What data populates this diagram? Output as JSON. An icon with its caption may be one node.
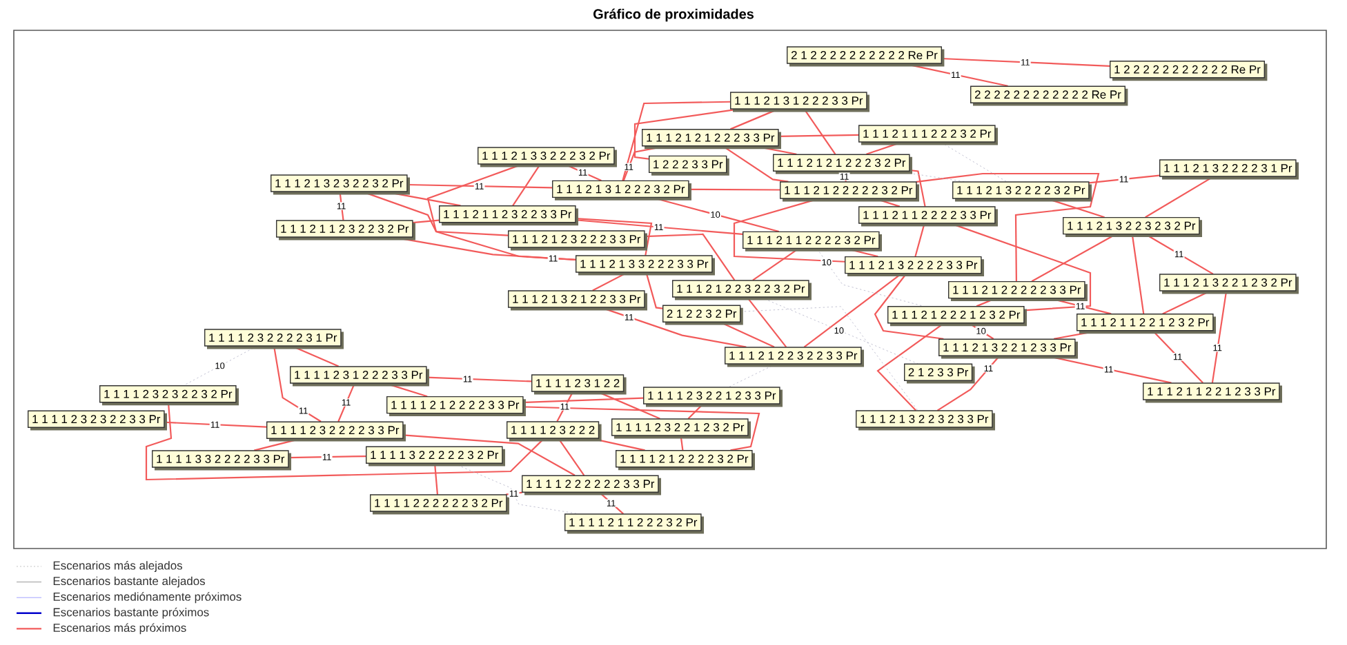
{
  "diagram": {
    "title": "Gráfico de proximidades",
    "nodes": [
      {
        "text": [
          "2 1 2 2 2 2 2 2 2 2 2 2 Re Pr"
        ]
      },
      {
        "text": [
          "1 2 2 2 2 2 2 2 2 2 2 2 Re Pr"
        ]
      },
      {
        "text": [
          "2 2 2 2 2 2 2 2 2 2 2 2 Re Pr"
        ]
      },
      {
        "text": [
          "1 1 1 2 1 3 1 2 2 2 3 3 Pr"
        ]
      },
      {
        "text": [
          "1 1 1 2 1 2 1 2 2 2 3 3 Pr"
        ]
      },
      {
        "text": [
          "1 1 1 2 1 1 1 2 2 2 3 2 Pr"
        ]
      },
      {
        "text": [
          "1 1 1 2 1 3 3 2 2 2 3 2 Pr"
        ]
      },
      {
        "text": [
          "1 2 2 2 3 3 Pr"
        ]
      },
      {
        "text": [
          "1 1 1 2 1 2 1 2 2 2 3 2 Pr"
        ]
      },
      {
        "text": [
          "1 1 1 2 1 3 2 3 2 2 3 2 Pr"
        ]
      },
      {
        "text": [
          "1 1 1 2 1 3 2 2 2 2 3 1 Pr"
        ]
      },
      {
        "text": [
          "1 1 1 2 1 3 1 2 2 2 3 2 Pr"
        ]
      },
      {
        "text": [
          "1 1 1 2 1 2 2 2 2 2 3 2 Pr"
        ]
      },
      {
        "text": [
          "1 1 1 2 1 3 2 2 2 2 3 2 Pr"
        ]
      },
      {
        "text": [
          "1 1 1 2 1 1 2 3 2 2 3 3 Pr"
        ]
      },
      {
        "text": [
          "1 1 1 2 1 1 2 3 2 2 3 2 Pr"
        ]
      },
      {
        "text": [
          "1 1 1 2 1 1 2 2 2 2 3 3 Pr"
        ]
      },
      {
        "text": [
          "1 1 1 2 1 3 2 2 3 2 3 2 Pr"
        ]
      },
      {
        "text": [
          "1 1 1 2 1 2 3 2 2 2 3 3 Pr"
        ]
      },
      {
        "text": [
          "1 1 1 2 1 1 2 2 2 2 3 2 Pr"
        ]
      },
      {
        "text": [
          "1 1 1 2 1 3 3 2 2 2 3 3 Pr"
        ]
      },
      {
        "text": [
          "1 1 1 2 1 3 2 2 2 2 3 3 Pr"
        ]
      },
      {
        "text": [
          "1 1 1 2 1 2 2 2 2 2 3 3 Pr"
        ]
      },
      {
        "text": [
          "1 1 1 2 1 3 2 2 1 2 3 2 Pr"
        ]
      },
      {
        "text": [
          "1 1 1 2 1 2 2 3 2 2 3 2 Pr"
        ]
      },
      {
        "text": [
          "1 1 1 2 1 3 2 1 2 2 3 3 Pr"
        ]
      },
      {
        "text": [
          "2 1 2 2 3 2 Pr"
        ]
      },
      {
        "text": [
          "1 1 1 2 1 2 2 2 1 2 3 2 Pr"
        ]
      },
      {
        "text": [
          "1 1 1 2 1 1 2 2 1 2 3 2 Pr"
        ]
      },
      {
        "text": [
          "1 1 1 2 1 2 2 3 2 2 3 3 Pr"
        ]
      },
      {
        "text": [
          "2 1 2 3 3 Pr"
        ]
      },
      {
        "text": [
          "1 1 1 2 1 3 2 2 1 2 3 3 Pr"
        ]
      },
      {
        "text": [
          "1 1 1 2 1 1 2 2 1 2 3 3 Pr"
        ]
      },
      {
        "text": [
          "1 1 1 2 1 3 2 2 3 2 3 3 Pr"
        ]
      },
      {
        "text": [
          "1 1 1 1 2 3 2 2 2 2 3 1 Pr"
        ]
      },
      {
        "text": [
          "1 1 1 1 2 3 1 2 2 2 3 3 Pr"
        ]
      },
      {
        "text": [
          "1 1 1 1 2 3 1 2 2"
        ]
      },
      {
        "text": [
          "1 1 1 1 2 3 2 3 2 2 3 2 Pr"
        ]
      },
      {
        "text": [
          "1 1 1 1 2 3 2 3 2 2 3 3 Pr"
        ]
      },
      {
        "text": [
          "1 1 1 1 2 1 2 2 2 2 3 3 Pr"
        ]
      },
      {
        "text": [
          "1 1 1 1 2 3 2 2 1 2 3 3 Pr"
        ]
      },
      {
        "text": [
          "1 1 1 1 2 3 2 2 2 2 3 3 Pr"
        ]
      },
      {
        "text": [
          "1 1 1 1 2 3 2 2 2"
        ]
      },
      {
        "text": [
          "1 1 1 1 2 3 2 2 1 2 3 2 Pr"
        ]
      },
      {
        "text": [
          "1 1 1 1 3 2 2 2 2 2 3 2 Pr"
        ]
      },
      {
        "text": [
          "1 1 1 1 3 3 2 2 2 2 3 3 Pr"
        ]
      },
      {
        "text": [
          "1 1 1 1 2 1 2 2 2 2 3 2 Pr"
        ]
      },
      {
        "text": [
          "1 1 1 1 2 2 2 2 2 2 3 3 Pr"
        ]
      },
      {
        "text": [
          "1 1 1 1 2 2 2 2 2 2 3 2 Pr"
        ]
      },
      {
        "text": [
          "1 1 1 1 2 1 1 2 2 2 3 2 Pr"
        ]
      }
    ],
    "edges": [
      {
        "from": 0,
        "to": 1,
        "arrow": "none",
        "label": "11"
      },
      {
        "from": 0,
        "to": 2,
        "arrow": "none",
        "label": "11"
      },
      {
        "from": 3,
        "to": 4,
        "arrow": "none"
      },
      {
        "from": 3,
        "to": 8,
        "arrow": "none"
      },
      {
        "from": 3,
        "to": 11,
        "arrow": "none"
      },
      {
        "from": 3,
        "to": 7,
        "arrow": "none"
      },
      {
        "from": 4,
        "to": 8,
        "arrow": "none"
      },
      {
        "from": 4,
        "to": 11,
        "arrow": "none",
        "label": "11"
      },
      {
        "from": 4,
        "to": 12,
        "arrow": "none"
      },
      {
        "from": 5,
        "to": 4,
        "arrow": "none"
      },
      {
        "from": 5,
        "to": 8,
        "arrow": "none"
      },
      {
        "from": 6,
        "to": 11,
        "arrow": "none",
        "label": "11"
      },
      {
        "from": 6,
        "to": 18,
        "arrow": "none"
      },
      {
        "from": 6,
        "to": 14,
        "arrow": "none"
      },
      {
        "from": 8,
        "to": 12,
        "arrow": "none",
        "label": "11"
      },
      {
        "from": 8,
        "to": 16,
        "arrow": "none"
      },
      {
        "from": 9,
        "to": 15,
        "arrow": "none",
        "label": "11"
      },
      {
        "from": 9,
        "to": 14,
        "arrow": "none"
      },
      {
        "from": 9,
        "to": 11,
        "arrow": "none",
        "label": "11"
      },
      {
        "from": 9,
        "to": 20,
        "arrow": "none"
      },
      {
        "from": 15,
        "to": 20,
        "arrow": "none",
        "label": "11"
      },
      {
        "from": 15,
        "to": 14,
        "arrow": "none"
      },
      {
        "from": 14,
        "to": 20,
        "arrow": "none"
      },
      {
        "from": 14,
        "to": 19,
        "arrow": "none",
        "label": "11"
      },
      {
        "from": 18,
        "to": 24,
        "arrow": "none"
      },
      {
        "from": 20,
        "to": 25,
        "arrow": "none"
      },
      {
        "from": 20,
        "to": 26,
        "arrow": "none"
      },
      {
        "from": 11,
        "to": 19,
        "arrow": "none",
        "label": "10"
      },
      {
        "from": 11,
        "to": 12,
        "arrow": "none"
      },
      {
        "from": 12,
        "to": 16,
        "arrow": "none"
      },
      {
        "from": 12,
        "to": 22,
        "arrow": "none"
      },
      {
        "from": 12,
        "to": 21,
        "arrow": "none"
      },
      {
        "from": 13,
        "to": 10,
        "arrow": "none",
        "label": "11"
      },
      {
        "from": 13,
        "to": 17,
        "arrow": "none"
      },
      {
        "from": 10,
        "to": 17,
        "arrow": "none"
      },
      {
        "from": 16,
        "to": 21,
        "arrow": "none"
      },
      {
        "from": 16,
        "to": 27,
        "arrow": "none"
      },
      {
        "from": 17,
        "to": 23,
        "arrow": "none",
        "label": "11"
      },
      {
        "from": 17,
        "to": 22,
        "arrow": "none"
      },
      {
        "from": 17,
        "to": 28,
        "arrow": "none"
      },
      {
        "from": 19,
        "to": 21,
        "arrow": "none"
      },
      {
        "from": 19,
        "to": 24,
        "arrow": "none"
      },
      {
        "from": 21,
        "to": 29,
        "arrow": "none"
      },
      {
        "from": 21,
        "to": 31,
        "arrow": "none"
      },
      {
        "from": 22,
        "to": 27,
        "arrow": "none"
      },
      {
        "from": 22,
        "to": 28,
        "arrow": "none",
        "label": "11"
      },
      {
        "from": 23,
        "to": 28,
        "arrow": "none"
      },
      {
        "from": 23,
        "to": 32,
        "arrow": "none",
        "label": "11"
      },
      {
        "from": 27,
        "to": 33,
        "arrow": "none"
      },
      {
        "from": 27,
        "to": 31,
        "arrow": "none",
        "label": "10"
      },
      {
        "from": 28,
        "to": 32,
        "arrow": "none",
        "label": "11"
      },
      {
        "from": 28,
        "to": 31,
        "arrow": "none"
      },
      {
        "from": 31,
        "to": 32,
        "arrow": "none",
        "label": "11"
      },
      {
        "from": 31,
        "to": 33,
        "arrow": "none",
        "label": "11"
      },
      {
        "from": 24,
        "to": 29,
        "arrow": "none"
      },
      {
        "from": 26,
        "to": 29,
        "arrow": "none"
      },
      {
        "from": 25,
        "to": 29,
        "arrow": "none",
        "label": "11"
      },
      {
        "from": 34,
        "to": 35,
        "arrow": "none"
      },
      {
        "from": 34,
        "to": 41,
        "arrow": "none",
        "label": "11"
      },
      {
        "from": 35,
        "to": 41,
        "arrow": "none",
        "label": "11"
      },
      {
        "from": 35,
        "to": 36,
        "arrow": "none",
        "label": "11"
      },
      {
        "from": 35,
        "to": 39,
        "arrow": "none"
      },
      {
        "from": 37,
        "to": 42,
        "arrow": "none"
      },
      {
        "from": 38,
        "to": 41,
        "arrow": "none",
        "label": "11"
      },
      {
        "from": 45,
        "to": 41,
        "arrow": "none"
      },
      {
        "from": 45,
        "to": 44,
        "arrow": "none",
        "label": "11"
      },
      {
        "from": 39,
        "to": 40,
        "arrow": "none"
      },
      {
        "from": 39,
        "to": 46,
        "arrow": "none"
      },
      {
        "from": 36,
        "to": 42,
        "arrow": "none",
        "label": "11"
      },
      {
        "from": 36,
        "to": 43,
        "arrow": "none"
      },
      {
        "from": 40,
        "to": 43,
        "arrow": "none"
      },
      {
        "from": 42,
        "to": 46,
        "arrow": "none"
      },
      {
        "from": 42,
        "to": 47,
        "arrow": "none"
      },
      {
        "from": 44,
        "to": 48,
        "arrow": "none"
      },
      {
        "from": 47,
        "to": 49,
        "arrow": "none",
        "label": "11"
      },
      {
        "from": 47,
        "to": 48,
        "arrow": "none",
        "label": "11"
      },
      {
        "from": 41,
        "to": 47,
        "arrow": "none"
      },
      {
        "from": 43,
        "to": 46,
        "arrow": "none"
      },
      {
        "from": 34,
        "to": 37,
        "arrow": "none",
        "label": "10",
        "style": "dashed",
        "color": "#b4b4c8"
      },
      {
        "from": 44,
        "to": 49,
        "arrow": "none",
        "style": "dashed",
        "color": "#b4b4c8"
      },
      {
        "from": 5,
        "to": 13,
        "arrow": "none",
        "style": "dashed",
        "color": "#b4b4c8"
      },
      {
        "from": 8,
        "to": 13,
        "arrow": "none",
        "style": "dashed",
        "color": "#b4b4c8"
      },
      {
        "from": 26,
        "to": 33,
        "arrow": "none",
        "style": "dashed",
        "color": "#b4b4c8"
      },
      {
        "from": 29,
        "to": 40,
        "arrow": "none",
        "style": "dashed",
        "color": "#b4b4c8"
      },
      {
        "from": 19,
        "to": 27,
        "arrow": "none",
        "label": "10",
        "style": "dashed",
        "color": "#b4b4c8"
      },
      {
        "from": 24,
        "to": 30,
        "arrow": "none",
        "label": "10",
        "style": "dashed",
        "color": "#b4b4c8"
      }
    ],
    "legend": [
      {
        "text": "Escenarios más alejados"
      },
      {
        "text": "Escenarios bastante alejados"
      },
      {
        "text": "Escenarios mediónamente próximos"
      },
      {
        "text": "Escenarios bastante próximos"
      },
      {
        "text": "Escenarios más próximos"
      }
    ]
  }
}
